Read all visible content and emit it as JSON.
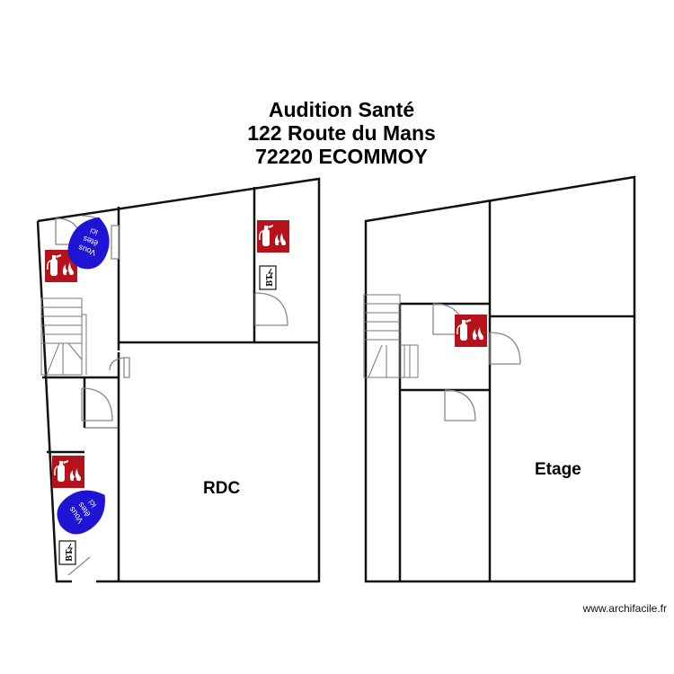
{
  "title": {
    "line1": "Audition Santé",
    "line2": "122 Route du Mans",
    "line3": "72220 ECOMMOY"
  },
  "rooms": {
    "rdc": "RDC",
    "etage": "Etage"
  },
  "markers": {
    "bt": "BT",
    "you_are_here": [
      "Vous",
      "êtes",
      "ici"
    ]
  },
  "credit": "www.archifacile.fr",
  "colors": {
    "extinguisher_sign": "#b5121b",
    "you_are_here": "#1f14d6",
    "walls": "#111111"
  },
  "icons": {
    "extinguisher": "fire-extinguisher-icon",
    "electrical_panel": "electrical-panel-icon",
    "location": "you-are-here-icon"
  }
}
